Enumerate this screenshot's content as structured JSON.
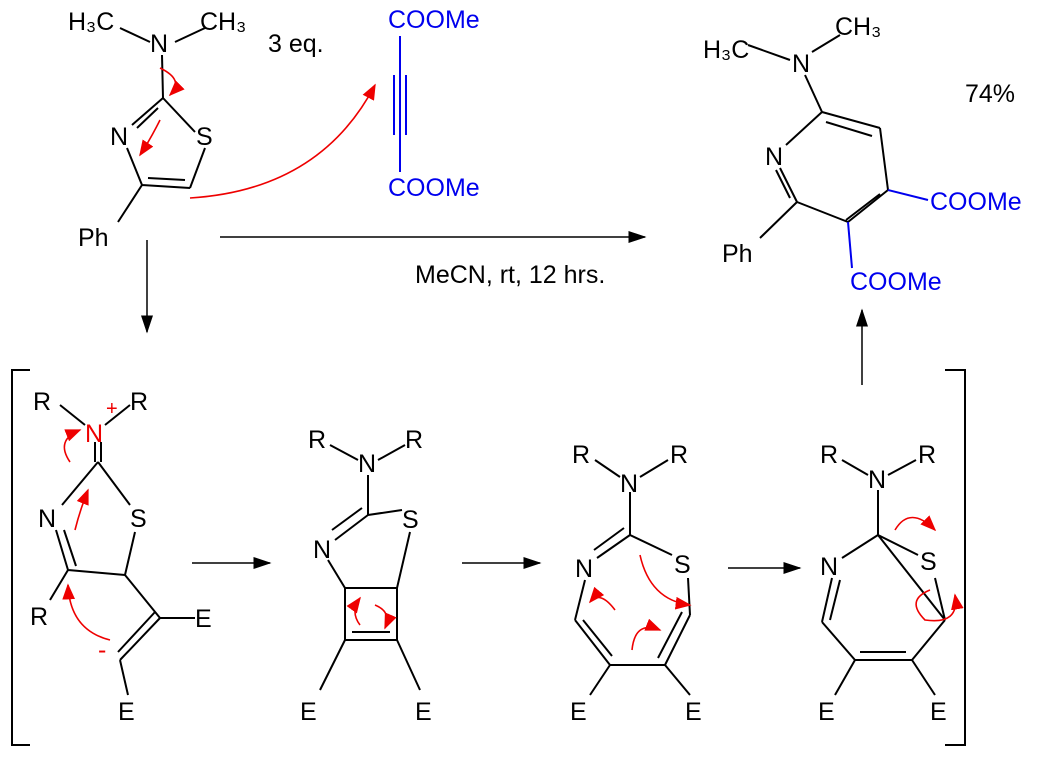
{
  "reactant": {
    "h3c": "H₃C",
    "ch3": "CH₃",
    "n_amine": "N",
    "n_ring": "N",
    "s_ring": "S",
    "ph": "Ph"
  },
  "reagent": {
    "equiv": "3 eq.",
    "ester_top": "COOMe",
    "ester_bottom": "COOMe"
  },
  "conditions": "MeCN, rt, 12 hrs.",
  "product": {
    "h3c": "H₃C",
    "ch3": "CH₃",
    "n_amine": "N",
    "n_ring": "N",
    "ph": "Ph",
    "ester_4": "COOMe",
    "ester_3": "COOMe",
    "yield": "74%"
  },
  "int1": {
    "r1": "R",
    "r2": "R",
    "n_plus": "N",
    "plus": "+",
    "n_ring": "N",
    "s_ring": "S",
    "r_c4": "R",
    "e1": "E",
    "e2": "E",
    "minus": "-"
  },
  "int2": {
    "r1": "R",
    "r2": "R",
    "n_amine": "N",
    "n_ring": "N",
    "s_ring": "S",
    "e1": "E",
    "e2": "E"
  },
  "int3": {
    "r1": "R",
    "r2": "R",
    "n_amine": "N",
    "n_ring": "N",
    "s_ring": "S",
    "e1": "E",
    "e2": "E"
  },
  "int4": {
    "r1": "R",
    "r2": "R",
    "n_amine": "N",
    "n_ring": "N",
    "s_ring": "S",
    "e1": "E",
    "e2": "E"
  },
  "colors": {
    "ester": "#0000ee",
    "arrow": "#ee0000"
  }
}
